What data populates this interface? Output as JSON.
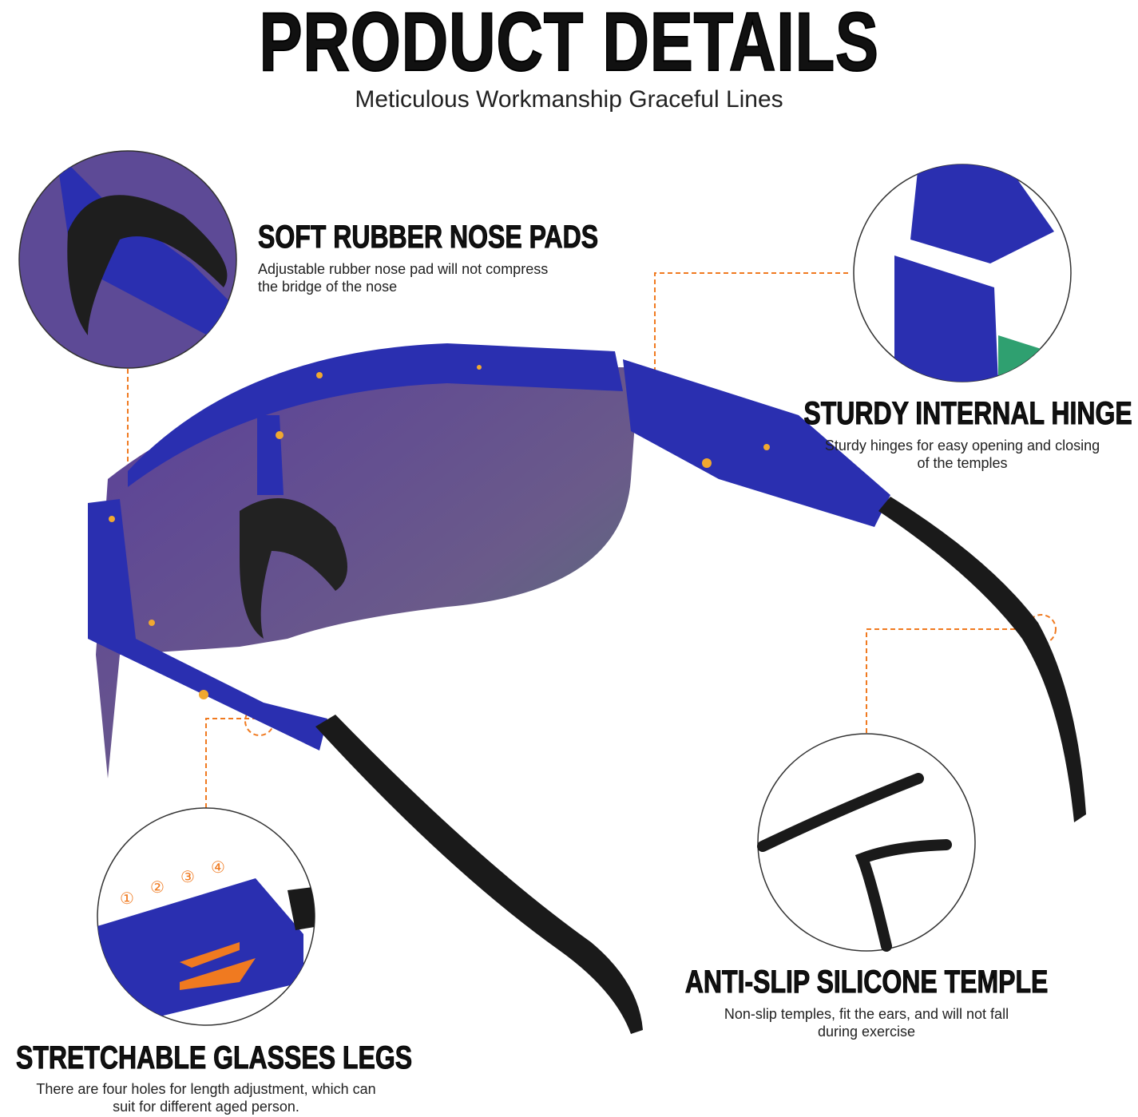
{
  "header": {
    "title": "PRODUCT DETAILS",
    "subtitle": "Meticulous Workmanship Graceful Lines"
  },
  "features": [
    {
      "title": "SOFT RUBBER NOSE PADS",
      "desc1": "Adjustable rubber nose pad will not compress",
      "desc2": "the bridge of the nose"
    },
    {
      "title": "STURDY INTERNAL HINGE",
      "desc1": "Sturdy hinges for easy opening and closing",
      "desc2": "of the temples"
    },
    {
      "title": "ANTI-SLIP SILICONE TEMPLE",
      "desc1": "Non-slip temples, fit the ears, and will not fall",
      "desc2": "during exercise"
    },
    {
      "title": "STRETCHABLE GLASSES LEGS",
      "desc1": "There are four holes for length adjustment, which can",
      "desc2": "suit for different aged person."
    }
  ],
  "adjust_marks": [
    "①",
    "②",
    "③",
    "④"
  ],
  "colors": {
    "frame": "#2a2fb0",
    "accent": "#f07a20",
    "speckle": "#f0a830",
    "temple": "#1a1a1a",
    "lens": "#5e4f8c"
  }
}
